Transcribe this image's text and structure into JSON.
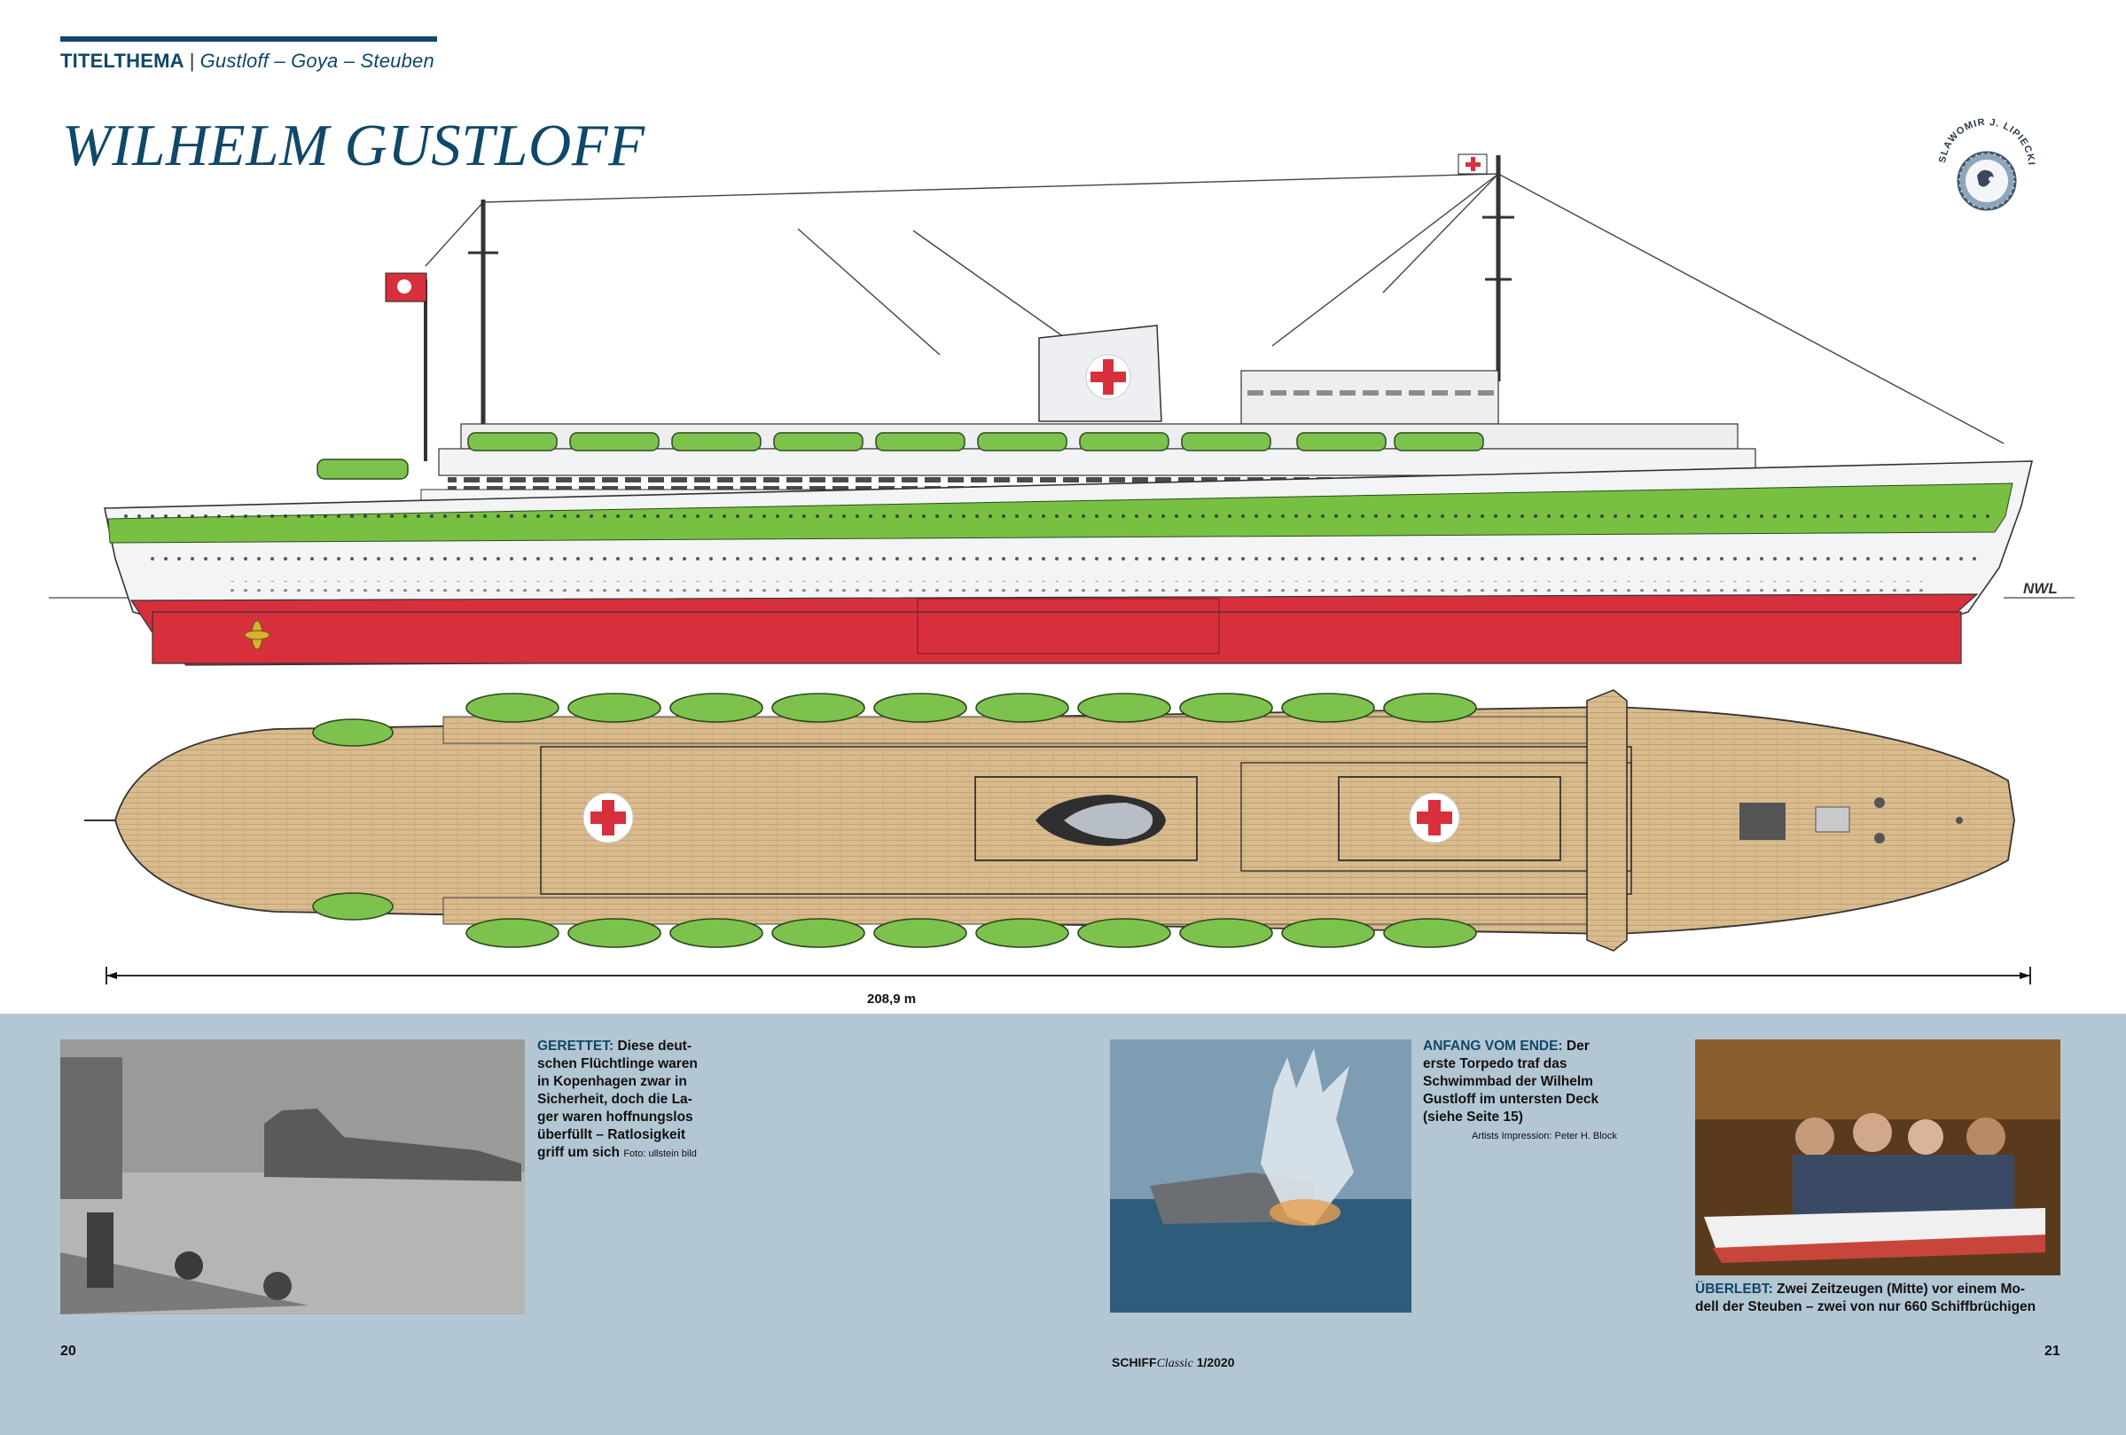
{
  "header": {
    "section": "TITELTHEMA",
    "separator": "|",
    "topic": "Gustloff – Goya – Steuben"
  },
  "headline": "WILHELM GUSTLOFF",
  "artist_badge": {
    "text": "SLAWOMIR J. LIPIECKI"
  },
  "ship": {
    "name_on_hull": "Wilhelm Gustloff",
    "waterline_label": "NWL",
    "length_label": "208,9 m",
    "colors": {
      "hull": "#f3f4f6",
      "band": "#78c042",
      "bottom": "#d82f3c",
      "deck": "#d8b88c",
      "boats": "#7ec24e"
    }
  },
  "captions": {
    "rescued": {
      "lead": "GERETTET:",
      "lines": [
        "Diese deut-",
        "schen Flüchtlinge waren",
        "in Kopenhagen zwar in",
        "Sicherheit, doch die La-",
        "ger waren hoffnungslos",
        "überfüllt – Ratlosigkeit",
        "griff um sich"
      ],
      "credit": "Foto: ullstein bild"
    },
    "torpedo": {
      "lead": "ANFANG VOM ENDE:",
      "lines": [
        "Der",
        "erste Torpedo traf das",
        "Schwimmbad der Wilhelm",
        "Gustloff im untersten Deck",
        "(siehe Seite 15)"
      ],
      "credit": "Artists Impression: Peter H. Block"
    },
    "survived": {
      "lead": "ÜBERLEBT:",
      "line1": "Zwei Zeitzeugen (Mitte) vor einem Mo-",
      "line2": "dell der Steuben – zwei von nur 660 Schiffbrüchigen"
    }
  },
  "footer": {
    "page_left": "20",
    "page_right": "21",
    "magazine": "SCHIFF",
    "magazine_italic": "Classic",
    "issue": "1/2020"
  }
}
